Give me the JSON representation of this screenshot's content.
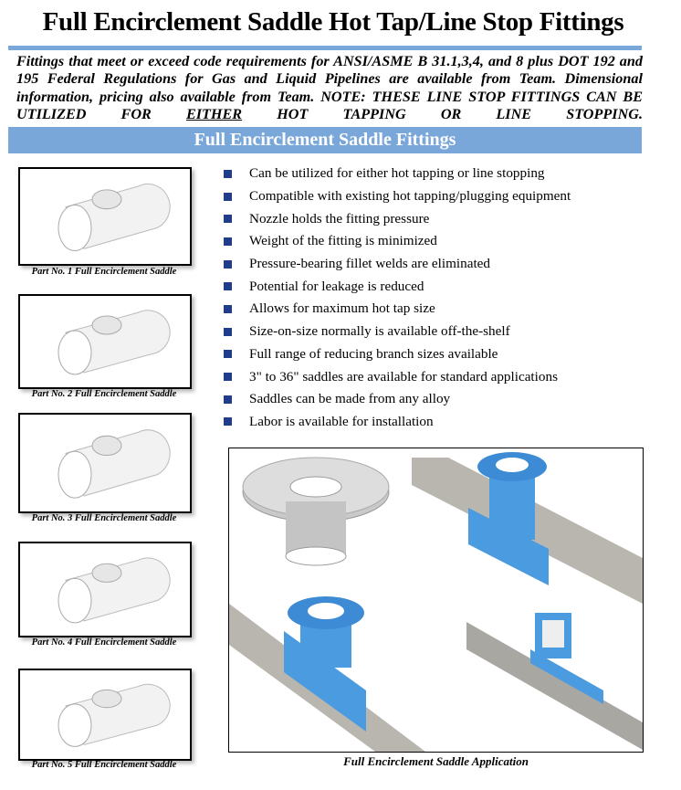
{
  "title": "Full Encirclement Saddle Hot Tap/Line Stop Fittings",
  "intro": {
    "before": "Fittings that meet or exceed code requirements for ANSI/ASME B 31.1,3,4, and 8 plus DOT 192 and 195 Federal Regulations for Gas and Liquid Pipelines are available from Team. Dimensional information, pricing also available from Team. NOTE: THESE LINE STOP FITTINGS CAN BE UTILIZED FOR ",
    "underlined": "EITHER",
    "after": " HOT TAPPING OR LINE STOPPING."
  },
  "section_title": "Full Encirclement Saddle Fittings",
  "parts": [
    {
      "caption": "Part No. 1 Full Encirclement Saddle"
    },
    {
      "caption": "Part No. 2 Full Encirclement Saddle"
    },
    {
      "caption": "Part No. 3 Full Encirclement Saddle"
    },
    {
      "caption": "Part No. 4 Full Encirclement Saddle"
    },
    {
      "caption": "Part No. 5 Full Encirclement Saddle"
    }
  ],
  "bullets": [
    "Can be utilized for either hot tapping or line stopping",
    "Compatible with existing hot tapping/plugging equipment",
    "Nozzle holds the fitting pressure",
    "Weight of the fitting is minimized",
    "Pressure-bearing fillet welds are eliminated",
    "Potential for leakage is reduced",
    "Allows for maximum hot tap size",
    " Size-on-size normally is available off-the-shelf",
    "Full range of reducing branch sizes available",
    " 3\" to 36\" saddles are available for standard applications",
    "Saddles can be made from any alloy",
    "Labor is available for installation"
  ],
  "application_caption": "Full Encirclement Saddle Application",
  "colors": {
    "accent": "#7aa7d9",
    "saddle": "#4a9be0",
    "pipe": "#b9b6b0"
  }
}
